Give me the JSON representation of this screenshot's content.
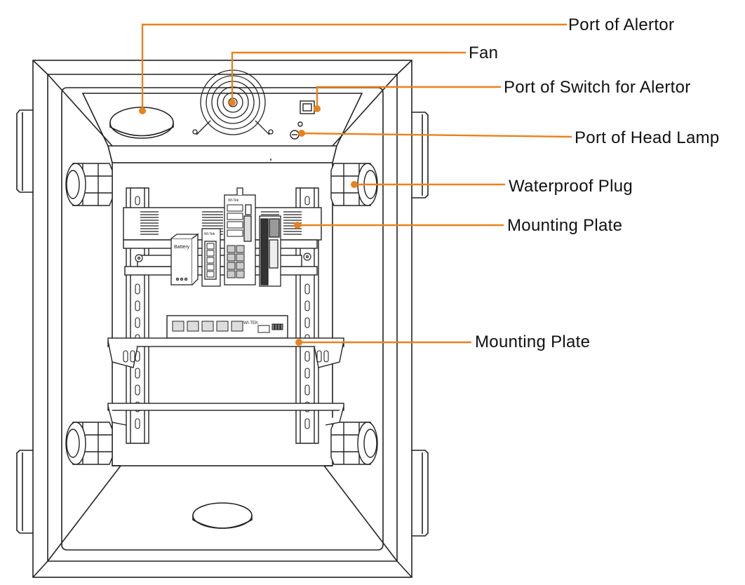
{
  "callouts": {
    "port_of_alertor": "Port of Alertor",
    "fan": "Fan",
    "port_of_switch": "Port of Switch for Alertor",
    "port_of_head_lamp": "Port of Head Lamp",
    "waterproof_plug": "Waterproof Plug",
    "mounting_plate_upper": "Mounting Plate",
    "mounting_plate_lower": "Mounting Plate"
  },
  "device_labels": {
    "battery": "Battery",
    "brand_short": "Wi-Tek",
    "switch_brand": "WI-TEK"
  },
  "colors": {
    "leader_line": "#E8821E",
    "outline": "#222222",
    "fill": "#ffffff",
    "device_gray": "#bfbfbf"
  }
}
